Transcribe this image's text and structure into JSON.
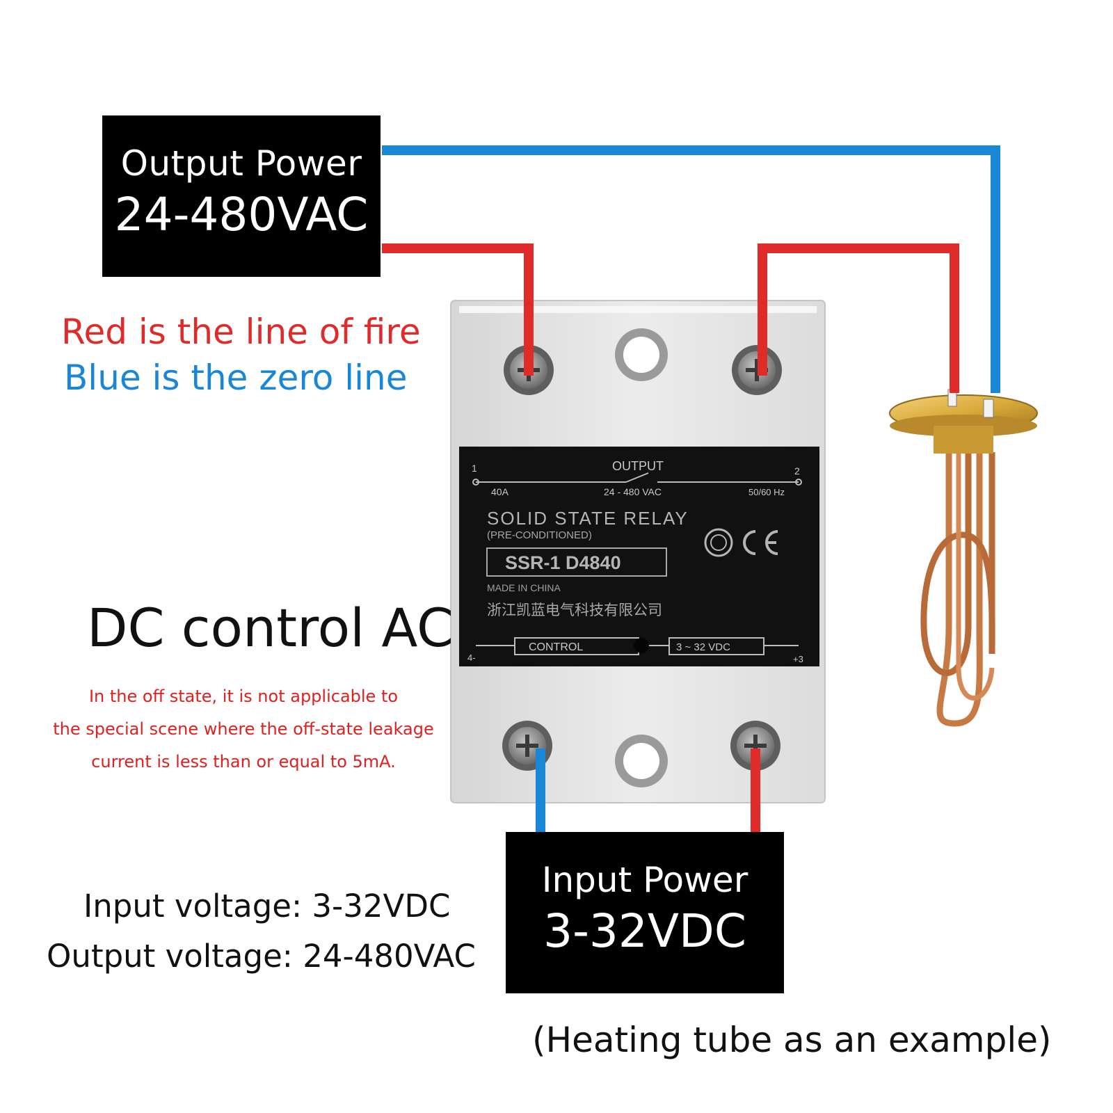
{
  "output_box": {
    "title": "Output Power",
    "value": "24-480VAC"
  },
  "input_box": {
    "title": "Input Power",
    "value": "3-32VDC"
  },
  "legend": {
    "red": "Red is the line of fire",
    "blue": "Blue is the zero line"
  },
  "heading": "DC control AC",
  "note": [
    "In the off state, it is not applicable to",
    "the special scene where the off-state leakage",
    "current is less than or equal to 5mA."
  ],
  "specs": {
    "input": "Input voltage: 3-32VDC",
    "output": "Output voltage: 24-480VAC"
  },
  "caption": "(Heating tube as an example)",
  "relay_label": {
    "output": "OUTPUT",
    "terminal_1": "1",
    "terminal_2": "2",
    "current": "40A",
    "voltage_range": "24 - 480 VAC",
    "frequency": "50/60 Hz",
    "product_name": "SOLID STATE RELAY",
    "pre_conditioned": "(PRE-CONDITIONED)",
    "model": "SSR-1 D4840",
    "made_in": "MADE IN CHINA",
    "manufacturer": "浙江凯蓝电气科技有限公司",
    "control": "CONTROL",
    "control_range": "3 ~ 32 VDC",
    "terminal_4": "4-",
    "terminal_3": "+3"
  },
  "colors": {
    "live_wire": "#e02b2b",
    "neutral_wire": "#1a86d6",
    "box_fill": "#000000",
    "relay_body": "#e6e6e6",
    "copper": "#c87a45",
    "brass": "#d9a93a"
  }
}
